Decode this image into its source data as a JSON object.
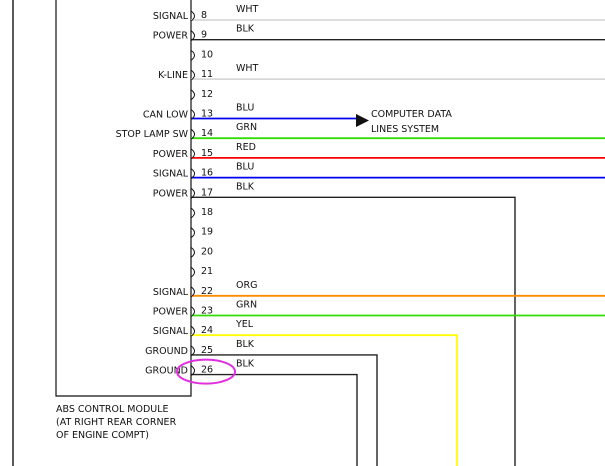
{
  "module": {
    "caption": [
      "ABS CONTROL MODULE",
      "(AT RIGHT REAR CORNER",
      "OF ENGINE COMPT)"
    ]
  },
  "pins": [
    {
      "num": "8",
      "label": "SIGNAL",
      "wire": "WHT",
      "color": "#d8d8d8"
    },
    {
      "num": "9",
      "label": "POWER",
      "wire": "BLK",
      "color": "#222222"
    },
    {
      "num": "10",
      "label": "",
      "wire": "",
      "color": ""
    },
    {
      "num": "11",
      "label": "K-LINE",
      "wire": "WHT",
      "color": "#d8d8d8"
    },
    {
      "num": "12",
      "label": "",
      "wire": "",
      "color": ""
    },
    {
      "num": "13",
      "label": "CAN LOW",
      "wire": "BLU",
      "color": "#0000ee"
    },
    {
      "num": "14",
      "label": "STOP LAMP SW",
      "wire": "GRN",
      "color": "#33dd00"
    },
    {
      "num": "15",
      "label": "POWER",
      "wire": "RED",
      "color": "#ff0000"
    },
    {
      "num": "16",
      "label": "SIGNAL",
      "wire": "BLU",
      "color": "#0000ee"
    },
    {
      "num": "17",
      "label": "POWER",
      "wire": "BLK",
      "color": "#222222"
    },
    {
      "num": "18",
      "label": "",
      "wire": "",
      "color": ""
    },
    {
      "num": "19",
      "label": "",
      "wire": "",
      "color": ""
    },
    {
      "num": "20",
      "label": "",
      "wire": "",
      "color": ""
    },
    {
      "num": "21",
      "label": "",
      "wire": "",
      "color": ""
    },
    {
      "num": "22",
      "label": "SIGNAL",
      "wire": "ORG",
      "color": "#ff8c00"
    },
    {
      "num": "23",
      "label": "POWER",
      "wire": "GRN",
      "color": "#33dd00"
    },
    {
      "num": "24",
      "label": "SIGNAL",
      "wire": "YEL",
      "color": "#ffff00"
    },
    {
      "num": "25",
      "label": "GROUND",
      "wire": "BLK",
      "color": "#222222"
    },
    {
      "num": "26",
      "label": "GROUND",
      "wire": "BLK",
      "color": "#222222"
    }
  ],
  "reference": {
    "lines": [
      "COMPUTER DATA",
      "LINES SYSTEM"
    ],
    "from_pin": "13"
  },
  "highlight": {
    "pin": "26",
    "color": "#e02ee0"
  }
}
